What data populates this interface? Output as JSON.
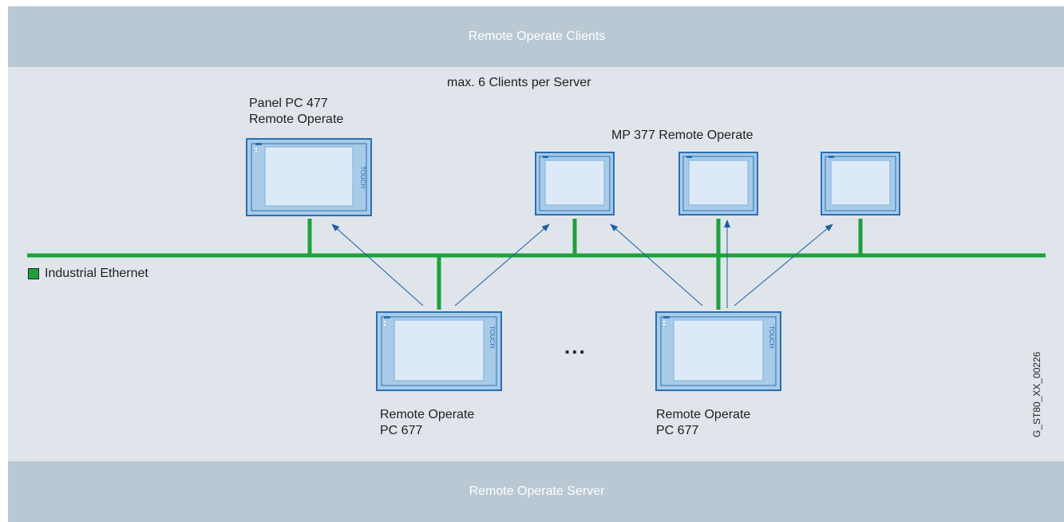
{
  "bands": {
    "top": "Remote Operate Clients",
    "bottom": "Remote Operate Server"
  },
  "notes": {
    "max_clients": "max. 6 Clients per Server"
  },
  "devices": {
    "panel_pc_label_1": "Panel PC 477",
    "panel_pc_label_2": "Remote Operate",
    "mp377_label": "MP 377 Remote Operate",
    "server1_label_1": "Remote Operate",
    "server1_label_2": "PC 677",
    "server2_label_1": "Remote Operate",
    "server2_label_2": "PC 677",
    "touch_text": "TOUCH",
    "ellipsis": "..."
  },
  "legend": {
    "network": "Industrial Ethernet"
  },
  "figure_id": "G_ST80_XX_00226",
  "colors": {
    "ethernet": "#1aa33a",
    "arrow": "#1f5ea8",
    "device_frame": "#2a6fb5",
    "device_bezel": "#a8cbe8",
    "screen": "#dce9f7",
    "band": "#b9c8d3",
    "background": "#dfe5ea"
  }
}
